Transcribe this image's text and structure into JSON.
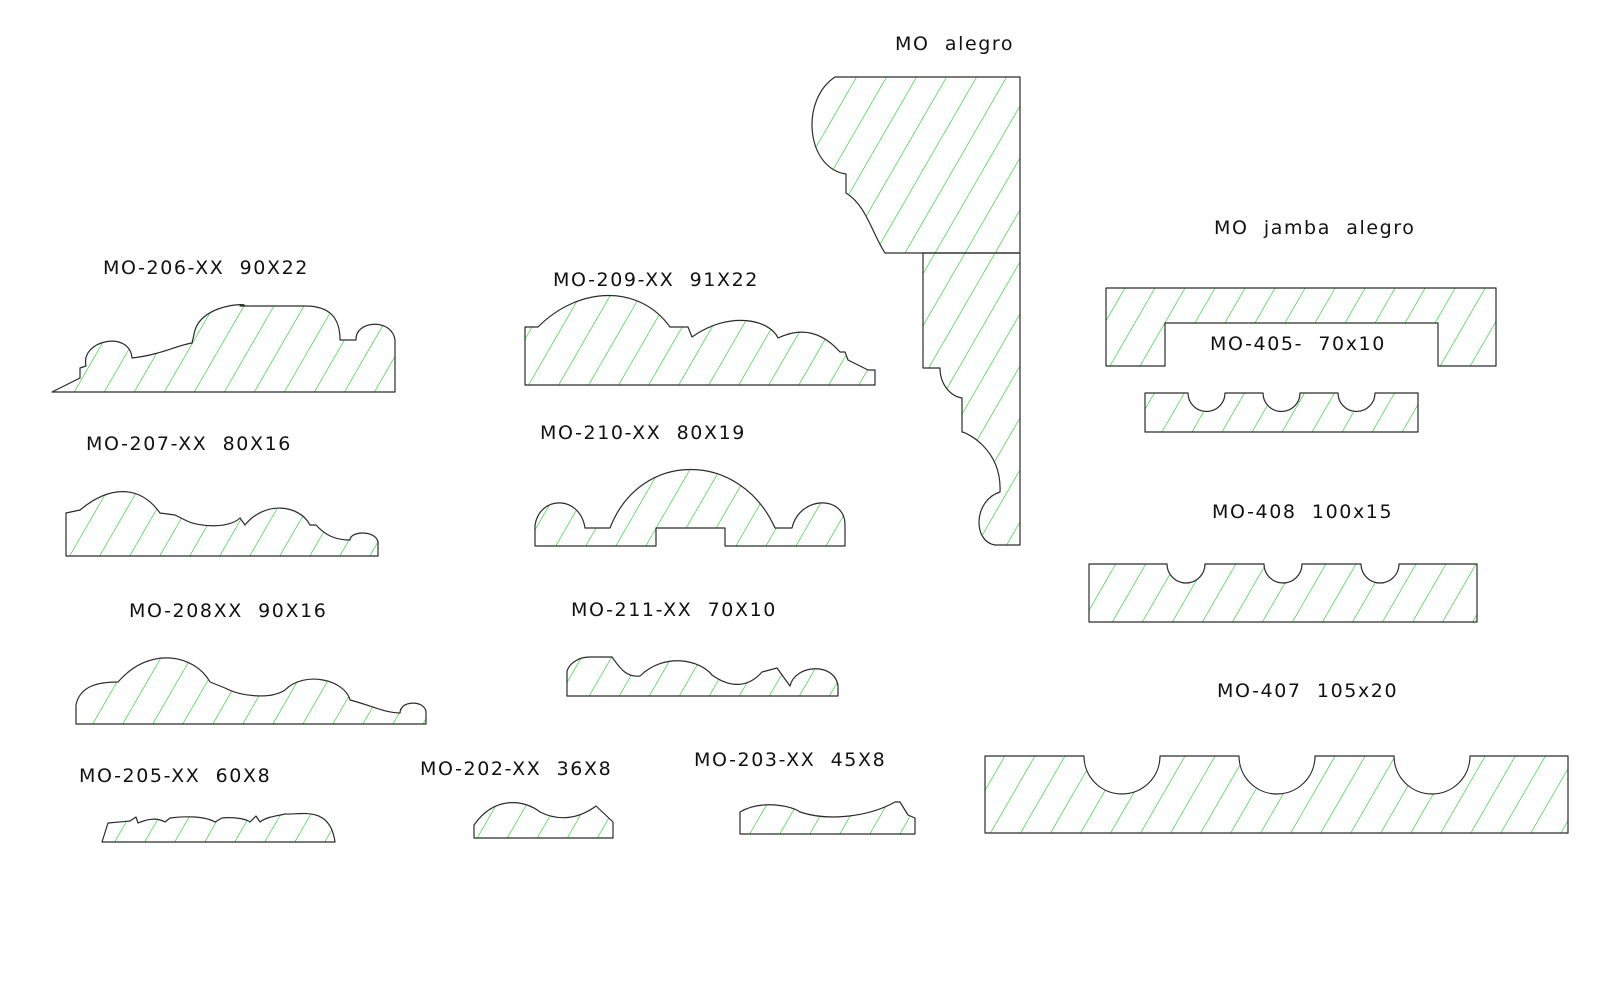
{
  "drawing": {
    "hatch_color": "#00cc00",
    "outline_color": "#2b2b2b",
    "background": "#ffffff"
  },
  "profiles": {
    "mo_alegro": {
      "label": "MO  alegro"
    },
    "mo_jamba_alegro": {
      "label": "MO  jamba  alegro"
    },
    "mo_206": {
      "label": "MO-206-XX  90X22"
    },
    "mo_209": {
      "label": "MO-209-XX  91X22"
    },
    "mo_405": {
      "label": "MO-405-  70x10"
    },
    "mo_207": {
      "label": "MO-207-XX  80X16"
    },
    "mo_210": {
      "label": "MO-210-XX  80X19"
    },
    "mo_408": {
      "label": "MO-408  100x15"
    },
    "mo_208": {
      "label": "MO-208XX  90X16"
    },
    "mo_211": {
      "label": "MO-211-XX  70X10"
    },
    "mo_407": {
      "label": "MO-407  105x20"
    },
    "mo_205": {
      "label": "MO-205-XX  60X8"
    },
    "mo_202": {
      "label": "MO-202-XX  36X8"
    },
    "mo_203": {
      "label": "MO-203-XX  45X8"
    }
  }
}
